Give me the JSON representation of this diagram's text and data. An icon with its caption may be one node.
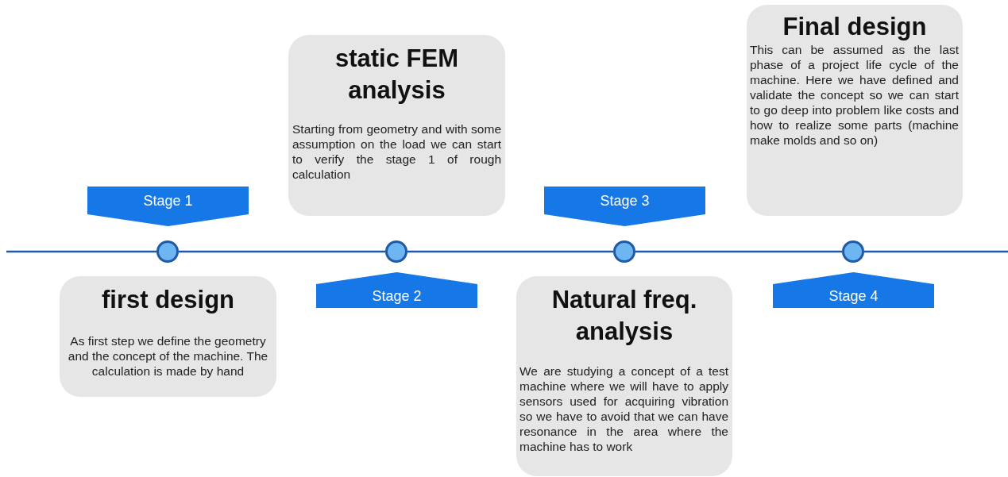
{
  "diagram": {
    "nodes": [
      {
        "text": [
          "Stage 1"
        ]
      },
      {
        "text": [
          "first design",
          "As first step we define the geometry and the concept of the machine. The calculation is made by hand"
        ]
      },
      {
        "text": [
          "static FEM analysis",
          "Starting from geometry and with some assumption on the load we can start to verify the stage 1 of rough calculation"
        ]
      },
      {
        "text": [
          "Stage 2"
        ]
      },
      {
        "text": [
          "Stage 3"
        ]
      },
      {
        "text": [
          "Natural freq. analysis",
          "We are studying a concept of a test machine where we will have to apply sensors used for acquiring vibration so we have to avoid that we can have resonance in the area where the machine has to work"
        ]
      },
      {
        "text": [
          "Final design",
          "This can be assumed as the last phase of a project life cycle of the machine. Here we have defined and validate the concept so we can start to go deep into problem like costs and how to realize some parts (machine make molds and so on)"
        ]
      },
      {
        "text": [
          "Stage 4"
        ]
      },
      {
        "text": [],
        "shape": "circle"
      },
      {
        "text": [],
        "shape": "circle"
      },
      {
        "text": [],
        "shape": "circle"
      },
      {
        "text": [],
        "shape": "circle"
      }
    ],
    "edges": [
      {
        "from": null,
        "to": 8,
        "arrow": "none"
      },
      {
        "from": 8,
        "to": 9,
        "arrow": "none"
      },
      {
        "from": 9,
        "to": 10,
        "arrow": "none"
      },
      {
        "from": 10,
        "to": 11,
        "arrow": "none"
      },
      {
        "from": 11,
        "to": null,
        "arrow": "none"
      }
    ]
  }
}
